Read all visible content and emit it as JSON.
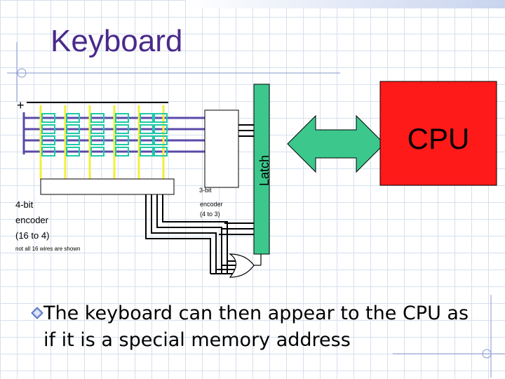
{
  "slide": {
    "title": "Keyboard",
    "bullet": "The keyboard can then appear to the CPU as if it is a special memory address"
  },
  "diagram": {
    "plus_sign": "+",
    "latch_label": "Latch",
    "cpu_label": "CPU",
    "encoder_16_label_line1": "4-bit",
    "encoder_16_label_line2": "encoder",
    "encoder_16_label_line3": "(16 to 4)",
    "wires_note": "not all 16 wires are shown",
    "encoder_8_label_line1": "3-bit",
    "encoder_8_label_line2": "encoder",
    "encoder_8_label_line3": "(4 to 3)"
  },
  "colors": {
    "title": "#4a2a8a",
    "cpu": "#ff1a1a",
    "latch": "#3cc88c",
    "arrow": "#3cc88c",
    "key_switch": "#1fc9a8",
    "column_wire": "#f2ef3a",
    "row_wire": "#5a4aa8"
  }
}
